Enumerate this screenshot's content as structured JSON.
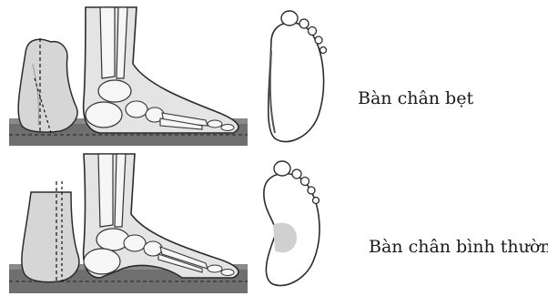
{
  "rows": [
    {
      "caption": "Bàn chân bẹt"
    },
    {
      "caption": "Bàn chân bình thường"
    }
  ],
  "colors": {
    "ground": "#6f6f6f",
    "bone": "#f2f2f2",
    "outline": "#2b2b2b",
    "skin": "#cfcfcf"
  },
  "icons": [
    "flat-foot-rear-view",
    "flat-foot-side-xray",
    "flat-footprint",
    "normal-foot-rear-view",
    "normal-foot-side-xray",
    "normal-footprint"
  ]
}
